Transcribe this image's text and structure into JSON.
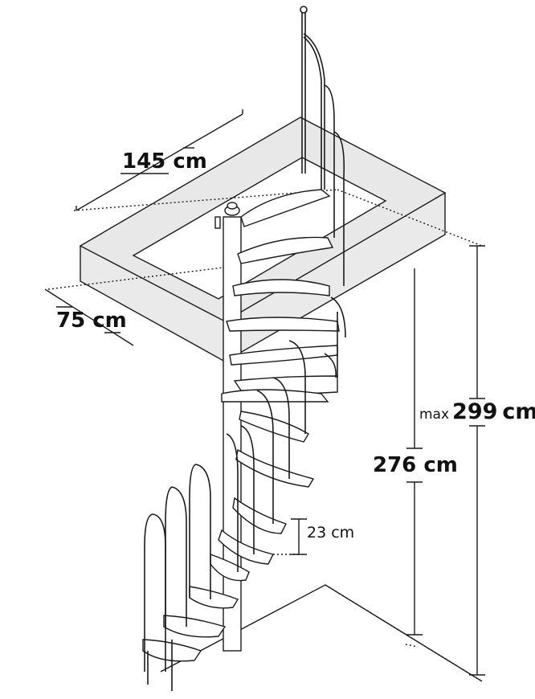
{
  "labels": {
    "width": "145 cm",
    "depth": "75 cm",
    "height_max_prefix": "max",
    "height_max_value": "299",
    "height_max_unit": "cm",
    "height": "276 cm",
    "step_rise": "23 cm"
  },
  "colors": {
    "line": "#1a1a1a",
    "slab_fill": "#d8d8d8",
    "background": "#ffffff"
  }
}
